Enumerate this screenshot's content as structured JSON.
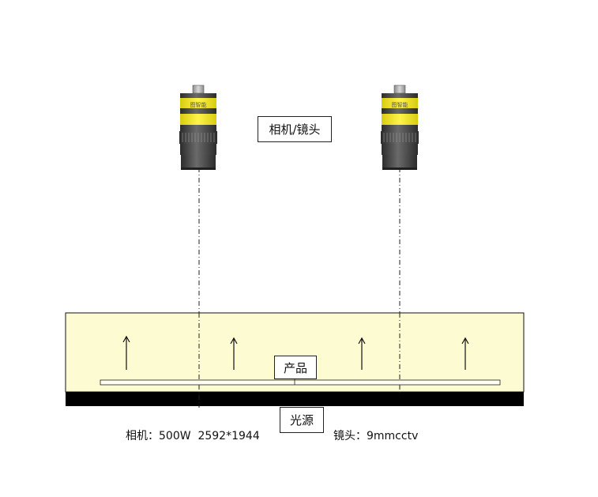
{
  "labels": {
    "camera_lens": "相机/镜头",
    "product": "产品",
    "light_source": "光源"
  },
  "specs": {
    "camera": "相机：500W  2592*1944",
    "lens": "镜头：9mmcctv"
  },
  "camera_brand_text": "图智能",
  "colors": {
    "light_box_fill": "#fdfbd2",
    "base_bar": "#000000",
    "camera_yellow": "#f2e629",
    "camera_dark": "#3a3a3a"
  },
  "icons": [
    "camera-icon",
    "camera-icon",
    "arrow-up-icon",
    "arrow-up-icon",
    "arrow-up-icon",
    "arrow-up-icon"
  ]
}
